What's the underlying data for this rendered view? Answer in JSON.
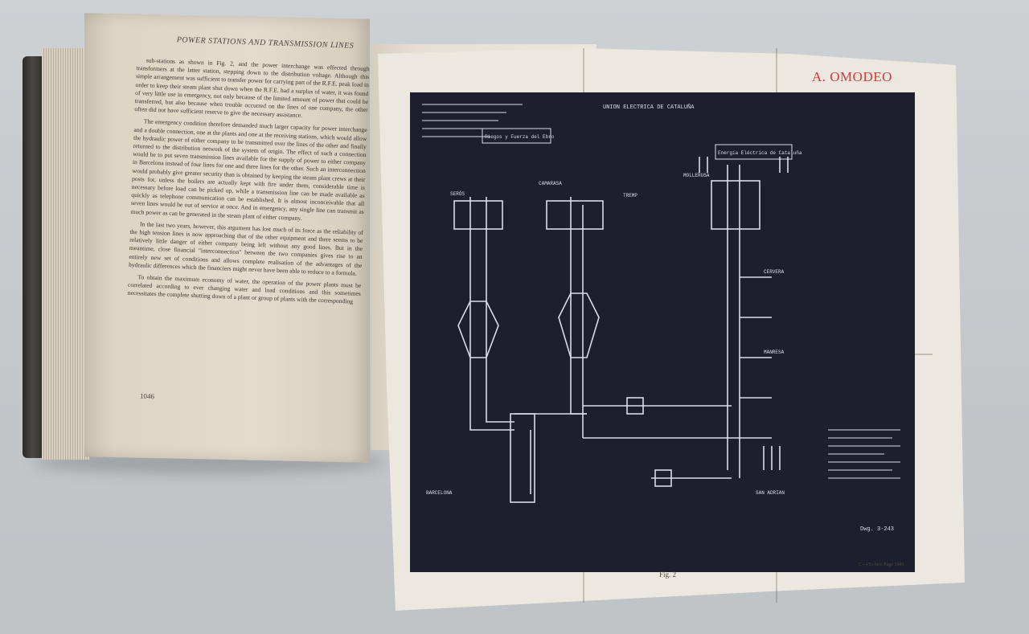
{
  "left_page": {
    "running_head": "POWER STATIONS AND TRANSMISSION LINES",
    "paragraphs": [
      "sub-stations as shown in Fig. 2, and the power interchange was effected through transformers at the latter station, stepping down to the distribution voltage. Although this simple arrangement was sufficient to transfer power for carrying part of the R.F.E. peak load in order to keep their steam plant shut down when the R.F.E. had a surplus of water, it was found of very little use in emergency, not only because of the limited amount of power that could be transferred, but also because when trouble occurred on the lines of one company, the other often did not have sufficient reserve to give the necessary assistance.",
      "The emergency condition therefore demanded much larger capacity for power interchange and a double connection, one at the plants and one at the receiving stations, which would allow the hydraulic power of either company to be transmitted over the lines of the other and finally returned to the distribution network of the system of origin. The effect of such a connection would be to put seven transmission lines available for the supply of power to either company in Barcelona instead of four lines for one and three lines for the other. Such an interconnection would probably give greater security than is obtained by keeping the steam plant crews at their posts for, unless the boilers are actually kept with fire under them, considerable time is necessary before load can be picked up, while a transmission line can be made available as quickly as telephone communication can be established. It is almost inconceivable that all seven lines would be out of service at once. And in emergency, any single line can transmit as much power as can be generated in the steam plant of either company.",
      "In the last two years, however, this argument has lost much of its force as the reliability of the high tension lines is now approaching that of the other equipment and there seems to be relatively little danger of either company being left without any good lines. But in the meantime, close financial \"interconnection\" between the two companies gives rise to an entirely new set of conditions and allows complete realisation of the advantages of the hydraulic differences which the financiers might never have been able to reduce to a formula.",
      "To obtain the maximum economy of water, the operation of the power plants must be correlated according to ever changing water and load conditions and this sometimes necessitates the complete shutting down of a plant or group of plants with the corresponding"
    ],
    "page_number": "1046"
  },
  "foldout": {
    "stamp": "A. OMODEO",
    "caption": "Fig. 2",
    "credit": "C—(To face Page 1046",
    "diagram_labels": {
      "header_title": "UNION ELECTRICA DE CATALUÑA",
      "left_box": "Riegos y Fuerza del Ebro",
      "right_box": "Energía Eléctrica de Cataluña",
      "serós": "SERÓS",
      "camarasa": "CAMARASA",
      "tremp": "TREMP",
      "mollerusa": "MOLLERUSA",
      "cervera": "CERVERA",
      "manresa": "MANRESA",
      "san_adrian": "SAN ADRIAN",
      "barcelona": "BARCELONA",
      "drawing_no": "Dwg. 3-243"
    },
    "colors": {
      "diagram_bg": "#1d1f2e",
      "lines": "#d9dde8",
      "stamp": "#d43a3a"
    }
  }
}
